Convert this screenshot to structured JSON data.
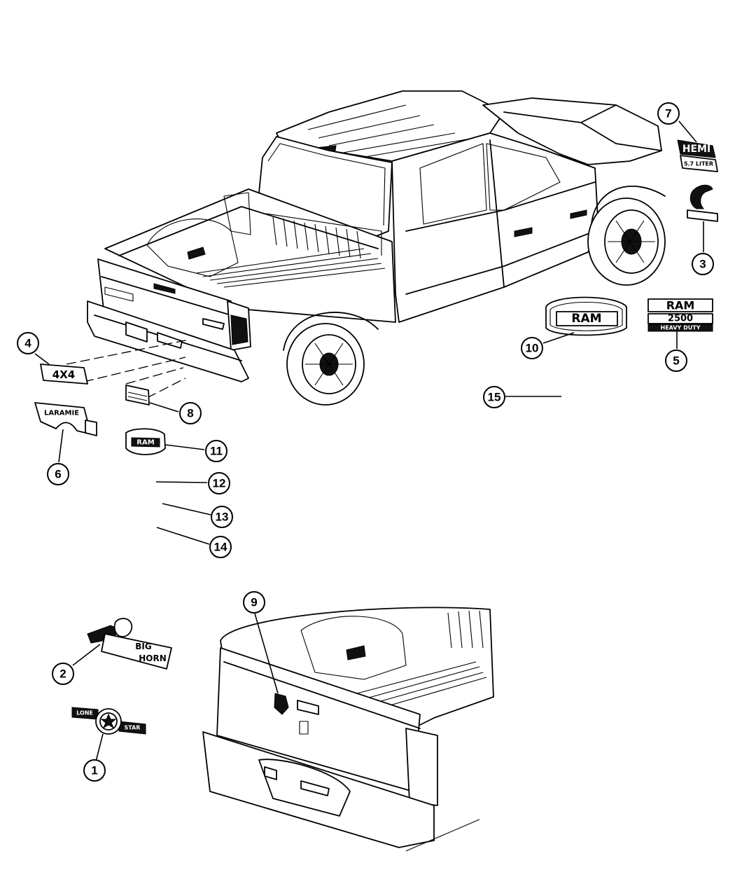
{
  "diagram": {
    "callouts": [
      {
        "id": "c1",
        "label": "1"
      },
      {
        "id": "c2",
        "label": "2"
      },
      {
        "id": "c3",
        "label": "3"
      },
      {
        "id": "c4",
        "label": "4"
      },
      {
        "id": "c5",
        "label": "5"
      },
      {
        "id": "c6",
        "label": "6"
      },
      {
        "id": "c7",
        "label": "7"
      },
      {
        "id": "c8",
        "label": "8"
      },
      {
        "id": "c9",
        "label": "9"
      },
      {
        "id": "c10",
        "label": "10"
      },
      {
        "id": "c11",
        "label": "11"
      },
      {
        "id": "c12",
        "label": "12"
      },
      {
        "id": "c13",
        "label": "13"
      },
      {
        "id": "c14",
        "label": "14"
      },
      {
        "id": "c15",
        "label": "15"
      }
    ],
    "badges": {
      "four_by_four": "4X4",
      "laramie": "LARAMIE",
      "hemi_top": "HEMI",
      "hemi_bottom": "5.7 LITER",
      "ram_big": "RAM",
      "ram_2500": "2500",
      "heavy_duty": "HEAVY DUTY",
      "ram_small": "RAM",
      "big": "BIG",
      "horn": "HORN",
      "lone": "LONE",
      "star": "STAR",
      "ram_hd": "RAM"
    }
  }
}
